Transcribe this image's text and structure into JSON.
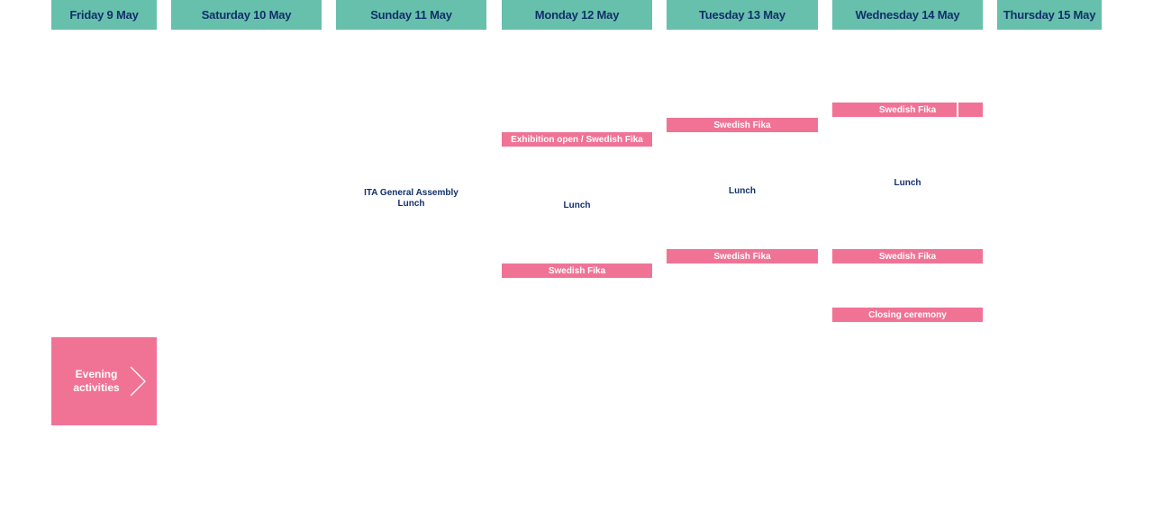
{
  "colors": {
    "header_bg": "#67c0ac",
    "header_text": "#12306b",
    "event_bg": "#f07396",
    "event_text": "#ffffff",
    "plain_text": "#12306b"
  },
  "days": [
    {
      "label": "Friday 9 May"
    },
    {
      "label": "Saturday 10 May"
    },
    {
      "label": "Sunday 11 May"
    },
    {
      "label": "Monday 12 May"
    },
    {
      "label": "Tuesday 13 May"
    },
    {
      "label": "Wednesday 14 May"
    },
    {
      "label": "Thursday 15 May"
    }
  ],
  "events": {
    "sunday": {
      "general_assembly": "ITA General Assembly",
      "lunch": "Lunch"
    },
    "monday": {
      "exhibition_fika": "Exhibition open / Swedish Fika",
      "lunch": "Lunch",
      "afternoon_fika": "Swedish Fika"
    },
    "tuesday": {
      "morning_fika": "Swedish Fika",
      "lunch": "Lunch",
      "afternoon_fika": "Swedish Fika"
    },
    "wednesday": {
      "morning_fika": "Swedish Fika",
      "lunch": "Lunch",
      "afternoon_fika": "Swedish Fika",
      "closing": "Closing ceremony"
    }
  },
  "evening_activities": {
    "label": "Evening activities",
    "icon": "chevron-right-icon"
  }
}
